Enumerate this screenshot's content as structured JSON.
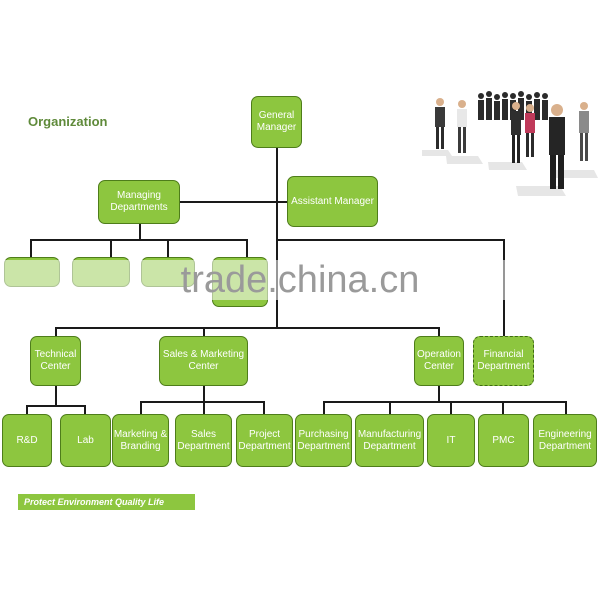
{
  "header": {
    "title": "Organization"
  },
  "nodes": {
    "general_manager": "General Manager",
    "managing_departments": "Managing Departments",
    "assistant_manager": "Assistant Manager",
    "technical_center": "Technical Center",
    "sales_marketing_center": "Sales & Marketing Center",
    "operation_center": "Operation Center",
    "financial_department": "Financial Department",
    "rd": "R&D",
    "lab": "Lab",
    "marketing_branding": "Marketing & Branding",
    "sales_department": "Sales Department",
    "project_department": "Project Department",
    "purchasing_department": "Purchasing Department",
    "manufacturing_department": "Manufacturing Department",
    "it": "IT",
    "pmc": "PMC",
    "engineering_department": "Engineering Department"
  },
  "footer": {
    "slogan": "Protect Environment Quality Life"
  },
  "watermark": {
    "text": "trade.china.cn"
  },
  "colors": {
    "box_fill": "#8dc63f",
    "box_border": "#4e7d1a",
    "lines": "#1a1a1a",
    "title": "#5f8a3a"
  }
}
